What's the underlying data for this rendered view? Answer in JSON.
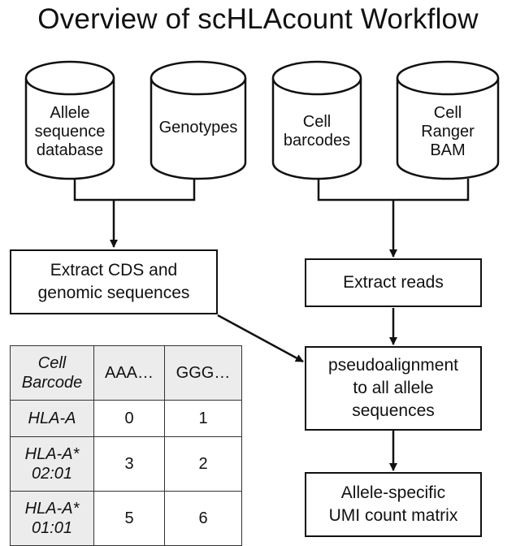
{
  "title": "Overview of scHLAcount Workflow",
  "inputs": [
    {
      "label": "Allele\nsequence\ndatabase"
    },
    {
      "label": "Genotypes"
    },
    {
      "label": "Cell\nbarcodes"
    },
    {
      "label": "Cell\nRanger\nBAM"
    }
  ],
  "steps": {
    "extract_cds": "Extract CDS and\ngenomic sequences",
    "extract_reads": "Extract reads",
    "pseudoalignment": "pseudoalignment\nto all allele\nsequences",
    "output": "Allele-specific\nUMI count matrix"
  },
  "matrix": {
    "corner": "Cell\nBarcode",
    "columns": [
      "AAA…",
      "GGG…"
    ],
    "rows": [
      {
        "label": "HLA-A",
        "values": [
          "0",
          "1"
        ]
      },
      {
        "label": "HLA-A*\n02:01",
        "values": [
          "3",
          "2"
        ]
      },
      {
        "label": "HLA-A*\n01:01",
        "values": [
          "5",
          "6"
        ]
      }
    ]
  }
}
